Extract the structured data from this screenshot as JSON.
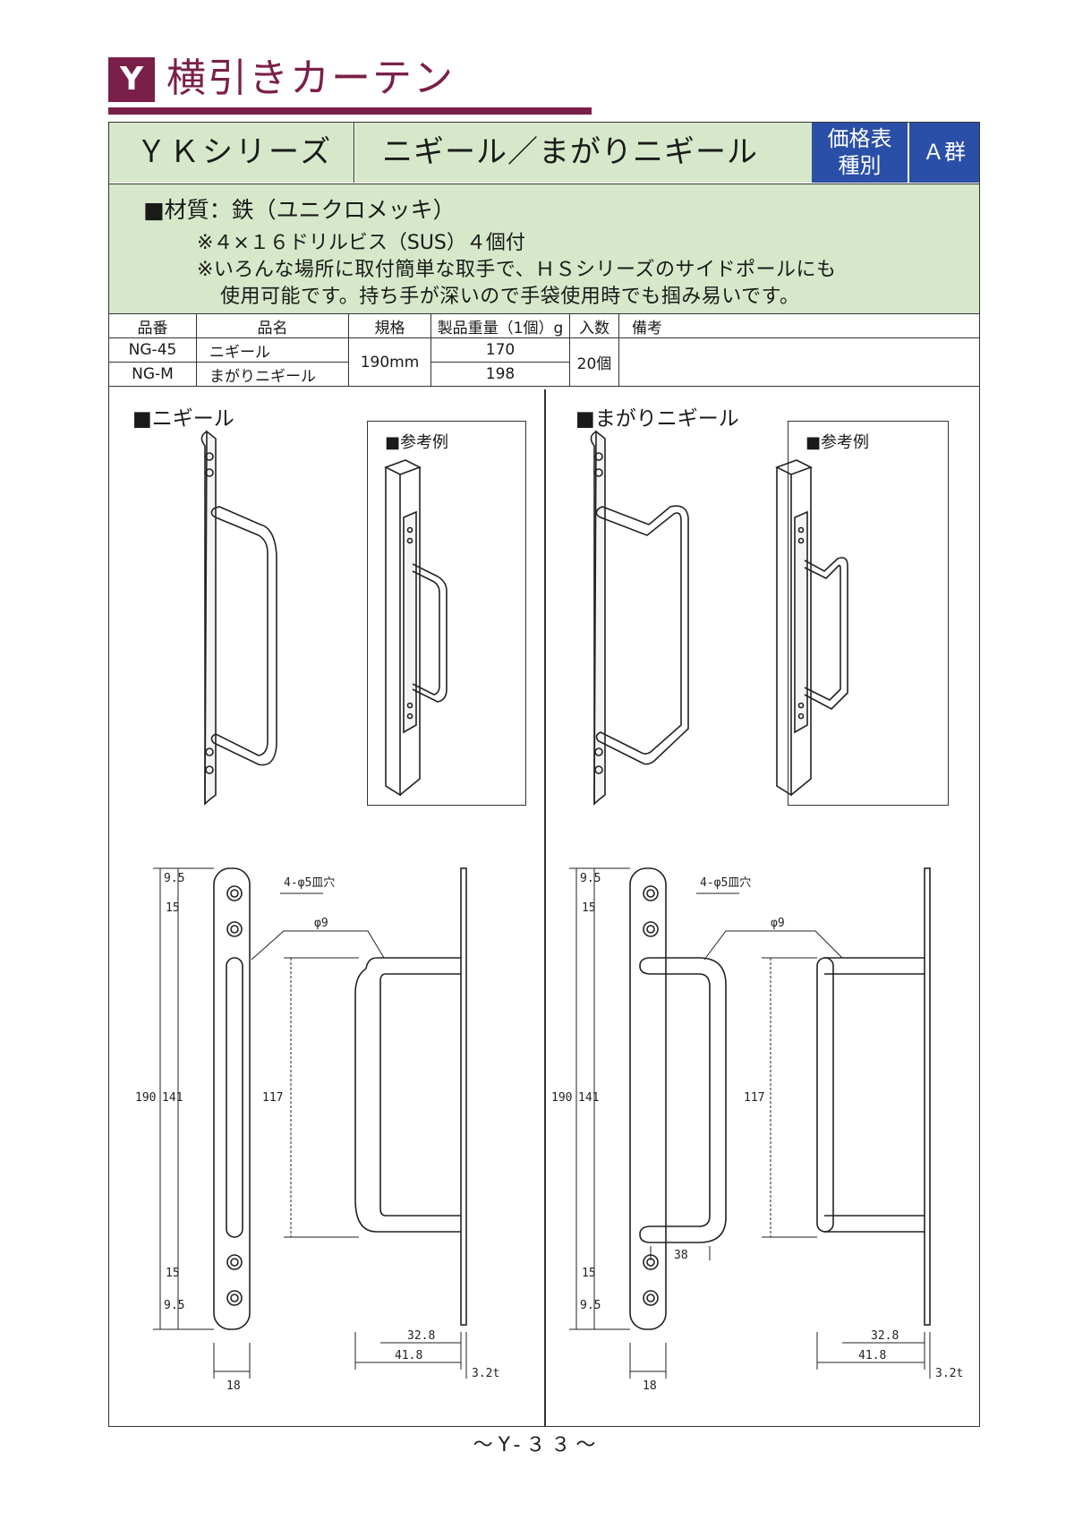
{
  "title": {
    "badge": "Y",
    "text": "横引きカーテン"
  },
  "header": {
    "series": "ＹＫシリーズ",
    "product": "ニギール／まがりニギール",
    "price_label_line1": "価格表",
    "price_label_line2": "種別",
    "group": "Ａ群"
  },
  "material": {
    "title": "■材質：鉄（ユニクロメッキ）",
    "note1": "※４×１６ドリルビス（SUS）４個付",
    "note2": "※いろんな場所に取付簡単な取手で、ＨＳシリーズのサイドポールにも",
    "note3": "使用可能です。持ち手が深いので手袋使用時でも掴み易いです。"
  },
  "spec_table": {
    "headers": [
      "品番",
      "品名",
      "規格",
      "製品重量（1個）g",
      "入数",
      "備考"
    ],
    "rows": [
      {
        "code": "NG-45",
        "name": "ニギール",
        "weight": "170"
      },
      {
        "code": "NG-M",
        "name": "まがりニギール",
        "weight": "198"
      }
    ],
    "size": "190mm",
    "quantity": "20個",
    "remarks": ""
  },
  "sections": {
    "left_title": "■ニギール",
    "right_title": "■まがりニギール",
    "reference_label": "■参考例"
  },
  "dimensions": {
    "top_margin": "9.5",
    "hole_pitch": "15",
    "bottom_pitch": "15",
    "bottom_margin": "9.5",
    "total_height": "190",
    "inner_height": "141",
    "grip_span": "117",
    "holes": "4-φ5皿穴",
    "bar_diameter": "φ9",
    "plate_width": "18",
    "depth_inner": "32.8",
    "depth_outer": "41.8",
    "plate_thickness": "3.2t",
    "bend_offset": "38"
  },
  "page_number": "～Y-３３～"
}
